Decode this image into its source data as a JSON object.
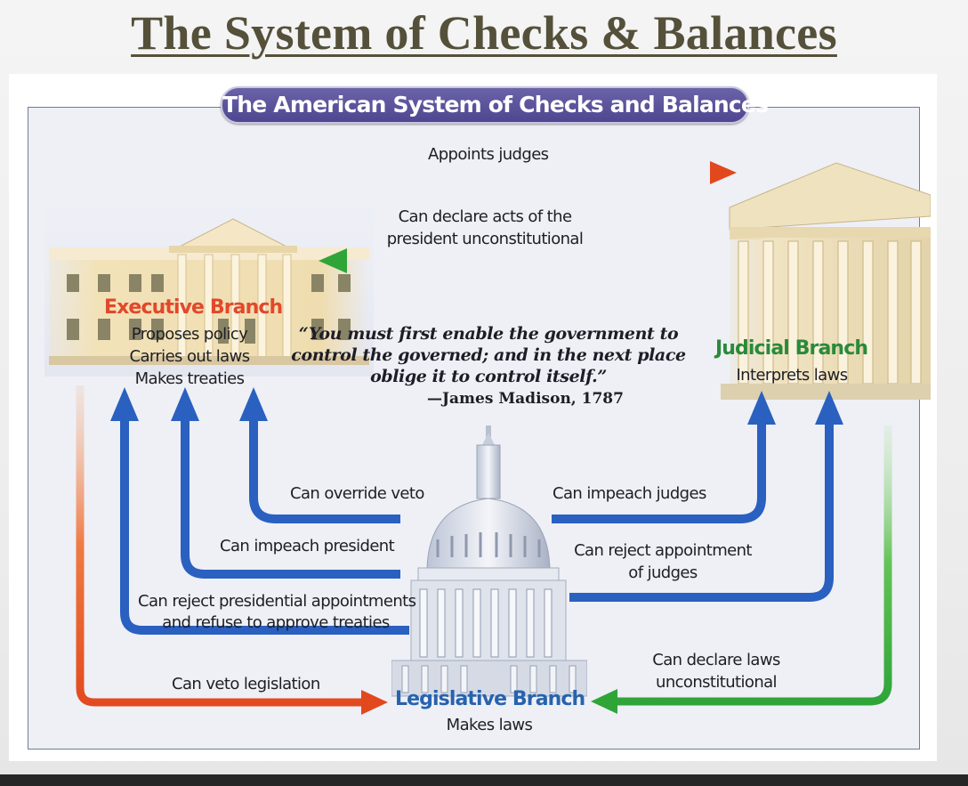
{
  "slide": {
    "title": "The System of Checks & Balances"
  },
  "diagram": {
    "title": "The American System of Checks and Balances",
    "executive": {
      "title": "Executive Branch",
      "powers": [
        "Proposes policy",
        "Carries out laws",
        "Makes treaties"
      ]
    },
    "judicial": {
      "title": "Judicial Branch",
      "powers": [
        "Interprets laws"
      ]
    },
    "legislative": {
      "title": "Legislative Branch",
      "powers": [
        "Makes laws"
      ]
    },
    "quote": {
      "text": "“You must first enable the government to control the governed; and in the next place oblige it to control itself.”",
      "attribution": "—James Madison, 1787"
    },
    "checks": {
      "appoints_judges": "Appoints judges",
      "declare_acts_l1": "Can declare acts of the",
      "declare_acts_l2": "president unconstitutional",
      "override_veto": "Can override veto",
      "impeach_president": "Can impeach president",
      "reject_appointments_l1": "Can reject presidential appointments",
      "reject_appointments_l2": "and refuse to approve treaties",
      "veto_legislation": "Can veto legislation",
      "impeach_judges": "Can impeach judges",
      "reject_judges_l1": "Can reject appointment",
      "reject_judges_l2": "of judges",
      "declare_laws_l1": "Can declare laws",
      "declare_laws_l2": "unconstitutional"
    }
  },
  "colors": {
    "executive": "#e2482a",
    "judicial": "#2a8a3a",
    "legislative": "#2763ae",
    "title_bar": "#5a539c"
  }
}
